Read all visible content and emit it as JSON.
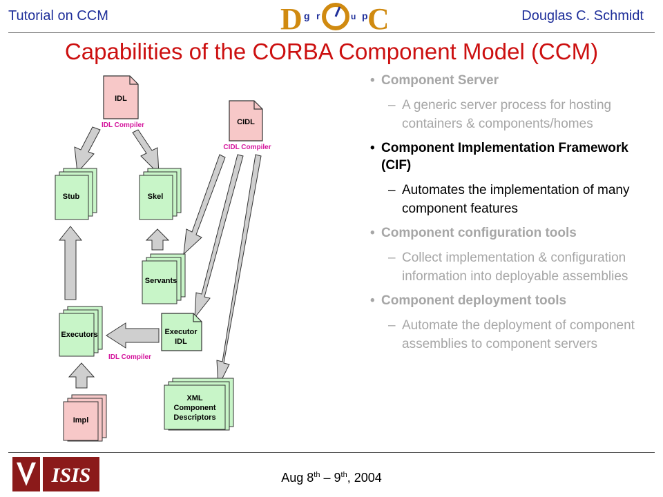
{
  "header": {
    "left": "Tutorial on CCM",
    "right": "Douglas C. Schmidt",
    "logo_text": [
      "D",
      "g",
      "r",
      "o",
      "u",
      "p",
      "C"
    ]
  },
  "title": "Capabilities of the CORBA Component Model (CCM)",
  "diagram": {
    "idl": "IDL",
    "idl_compiler_top": "IDL Compiler",
    "cidl": "CIDL",
    "cidl_compiler": "CIDL Compiler",
    "stub": "Stub",
    "skel": "Skel",
    "servants": "Servants",
    "executors": "Executors",
    "executor_idl_line1": "Executor",
    "executor_idl_line2": "IDL",
    "idl_compiler_bottom": "IDL Compiler",
    "impl": "Impl",
    "xml_line1": "XML",
    "xml_line2": "Component",
    "xml_line3": "Descriptors"
  },
  "bullets": [
    {
      "title": "Component Server",
      "active": false,
      "sub": "A generic server process for hosting containers & components/homes"
    },
    {
      "title": "Component Implementation Framework (CIF)",
      "active": true,
      "sub": "Automates the implementation of many component features"
    },
    {
      "title": "Component configuration tools",
      "active": false,
      "sub": "Collect implementation & configuration information into deployable assemblies"
    },
    {
      "title": "Component deployment tools",
      "active": false,
      "sub": "Automate the deployment of component assemblies to component servers"
    }
  ],
  "footer": {
    "date_prefix": "Aug 8",
    "date_sup1": "th",
    "date_mid": " – 9",
    "date_sup2": "th",
    "date_suffix": ", 2004",
    "logo_text": "ISIS"
  },
  "colors": {
    "header_text": "#1f2f9a",
    "title": "#cc1010",
    "file_red_fill": "#f7c8c8",
    "file_green_fill": "#c8f5c8",
    "compiler_label": "#d4149c",
    "arrow_fill": "#cfcfcf",
    "muted_text": "#a6a6a6",
    "logo_brown": "#8b1a1a"
  }
}
